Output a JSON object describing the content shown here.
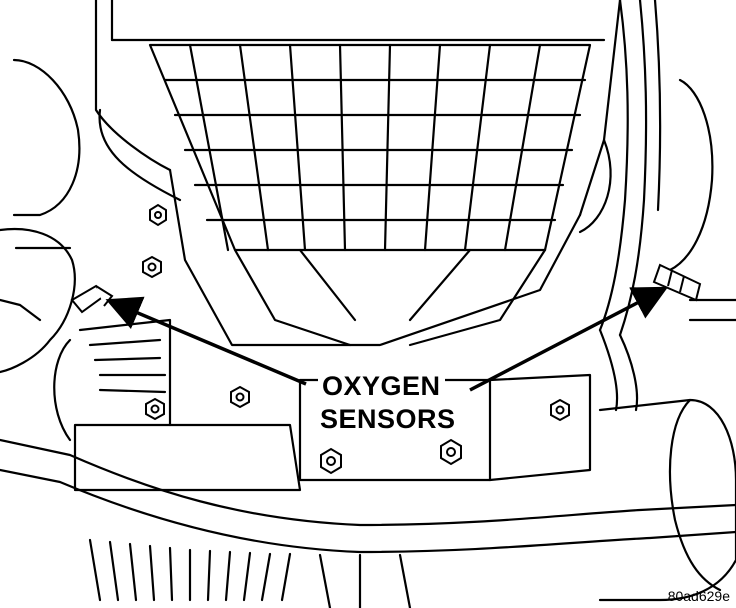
{
  "callout": {
    "line1": "OXYGEN",
    "line2": "SENSORS"
  },
  "figure_id": "80ad629e",
  "parts": [
    "transmission-housing",
    "left-oxygen-sensor",
    "right-oxygen-sensor",
    "crossmember",
    "mount-bolts",
    "exhaust-pipes"
  ],
  "colors": {
    "ink": "#000000",
    "paper": "#ffffff"
  }
}
